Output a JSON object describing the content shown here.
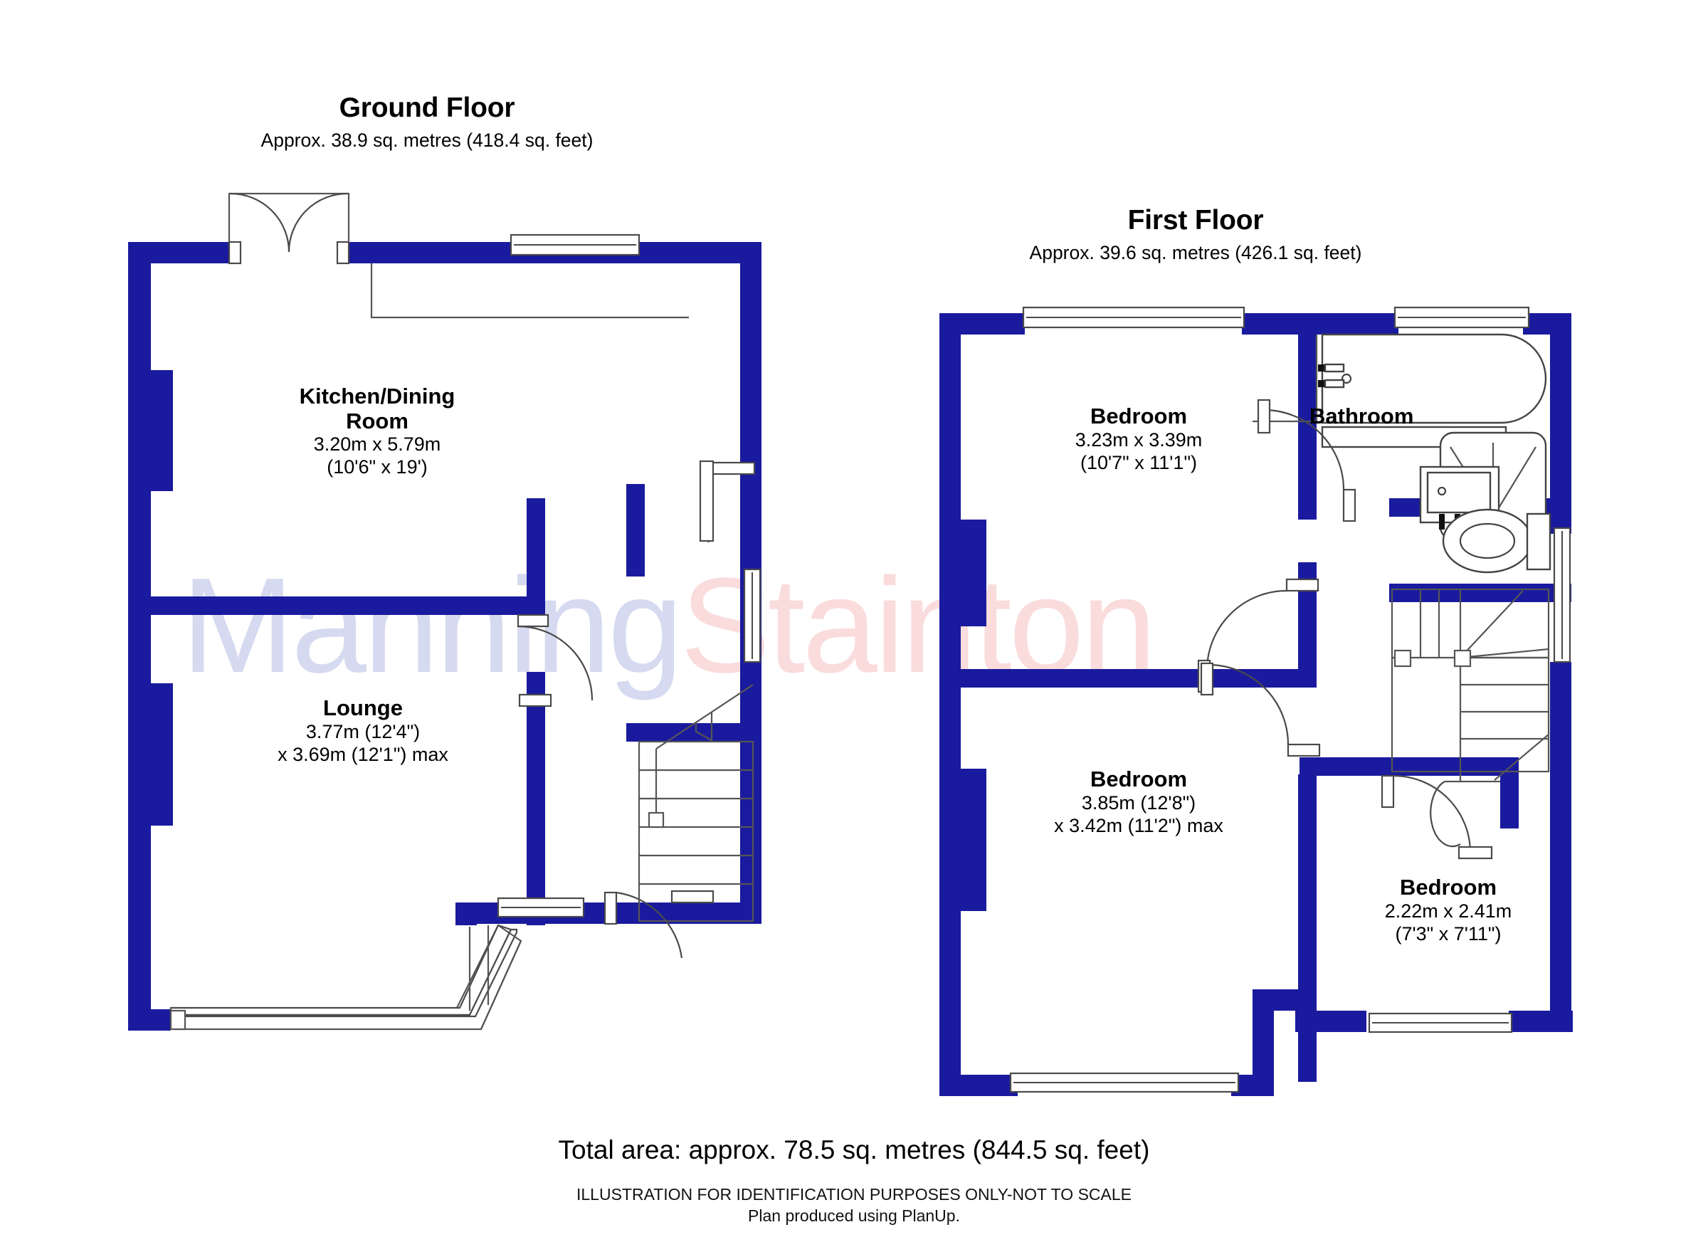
{
  "document": {
    "type": "residential-floor-plan",
    "watermark": {
      "part1": "Manning",
      "part2": "Stainton"
    }
  },
  "floors": [
    {
      "id": "ground",
      "title": "Ground Floor",
      "subtitle": "Approx. 38.9 sq. metres (418.4 sq. feet)",
      "rooms": [
        {
          "id": "kitchen-dining",
          "name_line1": "Kitchen/Dining",
          "name_line2": "Room",
          "dims_metric": "3.20m x 5.79m",
          "dims_imperial": "(10'6\" x 19')"
        },
        {
          "id": "lounge",
          "name_line1": "Lounge",
          "name_line2": "",
          "dims_metric": "3.77m (12'4\")",
          "dims_imperial": "x 3.69m (12'1\") max"
        }
      ]
    },
    {
      "id": "first",
      "title": "First Floor",
      "subtitle": "Approx. 39.6 sq. metres (426.1 sq. feet)",
      "rooms": [
        {
          "id": "bedroom-1",
          "name_line1": "Bedroom",
          "name_line2": "",
          "dims_metric": "3.23m x 3.39m",
          "dims_imperial": "(10'7\" x 11'1\")"
        },
        {
          "id": "bathroom",
          "name_line1": "Bathroom",
          "name_line2": "",
          "dims_metric": "",
          "dims_imperial": ""
        },
        {
          "id": "bedroom-2",
          "name_line1": "Bedroom",
          "name_line2": "",
          "dims_metric": "3.85m (12'8\")",
          "dims_imperial": "x 3.42m (11'2\") max"
        },
        {
          "id": "bedroom-3",
          "name_line1": "Bedroom",
          "name_line2": "",
          "dims_metric": "2.22m x 2.41m",
          "dims_imperial": "(7'3\" x 7'11\")"
        }
      ]
    }
  ],
  "footer": {
    "total_area": "Total area: approx. 78.5 sq. metres (844.5 sq. feet)",
    "disclaimer_line1": "ILLUSTRATION FOR IDENTIFICATION PURPOSES ONLY-NOT TO SCALE",
    "disclaimer_line2": "Plan produced using PlanUp."
  },
  "colors": {
    "wall": "#1a1a9e",
    "wall_shadow": "#121275",
    "text": "#000000",
    "watermark_blue": "#d6daf0",
    "watermark_pink": "#fadcdc",
    "background": "#ffffff"
  }
}
